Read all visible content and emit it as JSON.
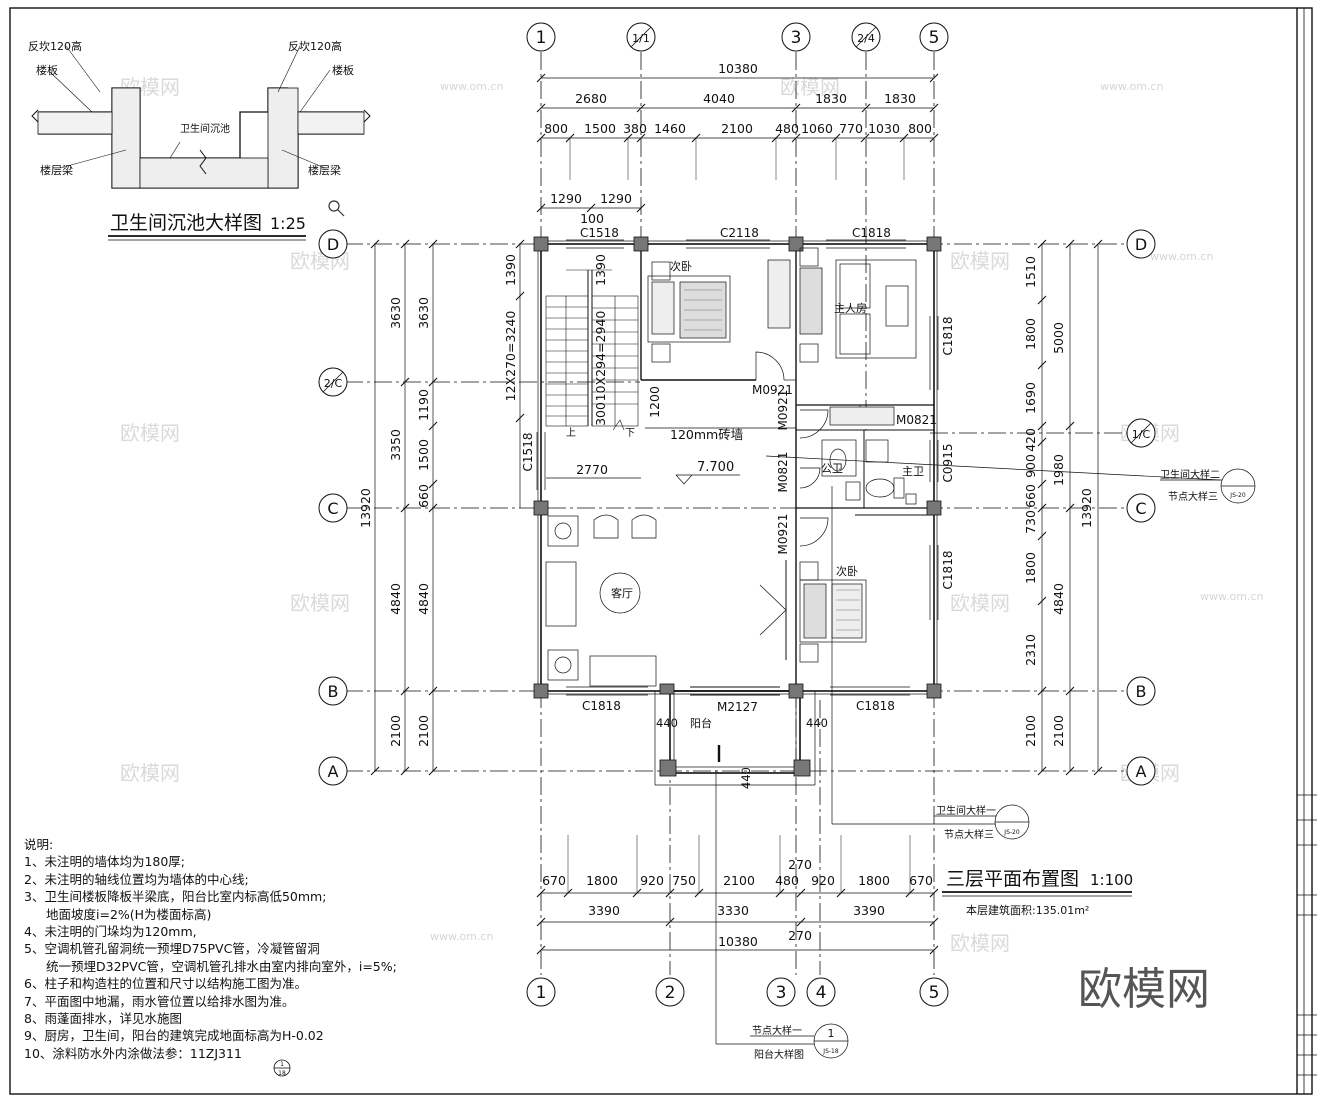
{
  "sinkdetail": {
    "title": "卫生间沉池大样图",
    "scale": "1:25",
    "label_left_curb": "反坎120高",
    "label_right_curb": "反坎120高",
    "label_left_slab": "楼板",
    "label_right_slab": "楼板",
    "label_pit": "卫生间沉池",
    "label_left_beam": "楼层梁",
    "label_right_beam": "楼层梁"
  },
  "plan": {
    "title": "三层平面布置图",
    "scale": "1:100",
    "area": "本层建筑面积:135.01m²"
  },
  "grid_top": [
    "1",
    "1/1",
    "3",
    "2/4",
    "5"
  ],
  "grid_bottom": [
    "1",
    "2",
    "3",
    "4",
    "5"
  ],
  "grid_left": [
    "D",
    "2/C",
    "C",
    "B",
    "A"
  ],
  "grid_right": [
    "D",
    "1/C",
    "C",
    "B",
    "A"
  ],
  "dims": {
    "top_total": "10380",
    "top_row2": [
      "2680",
      "4040",
      "1830",
      "1830"
    ],
    "top_row3": [
      "800",
      "1500",
      "380",
      "1460",
      "2100",
      "480",
      "1060",
      "770",
      "1030",
      "800"
    ],
    "top_stair": [
      "1290",
      "1290",
      "100"
    ],
    "bottom_row1": [
      "670",
      "1800",
      "920",
      "750",
      "2100",
      "480",
      "920",
      "1800",
      "670"
    ],
    "bottom_270a": "270",
    "bottom_row2": [
      "3390",
      "3330",
      "3390"
    ],
    "bottom_total": "10380",
    "bottom_270b": "270",
    "left_total": "13920",
    "left_outer": [
      "3630",
      "3350",
      "4840",
      "2100"
    ],
    "left_inner": [
      "3630",
      "1190",
      "1500",
      "660",
      "4840",
      "2100"
    ],
    "stair_dims": [
      "1390",
      "12X270=3240",
      "1390",
      "10X294=2940",
      "300",
      "1200"
    ],
    "right_total": "13920",
    "right_outer": [
      "5000",
      "1980",
      "4840",
      "2100"
    ],
    "right_inner": [
      "1510",
      "1800",
      "1690",
      "420",
      "900",
      "660",
      "730",
      "1800",
      "2310",
      "2100"
    ],
    "balcony": [
      "440",
      "440",
      "440"
    ],
    "inner_2770": "2770"
  },
  "rooms": {
    "bedroom_top": "次卧",
    "master": "主人房",
    "living": "客厅",
    "bedroom_bottom": "次卧",
    "public_wc": "公卫",
    "master_wc": "主卫",
    "balcony": "阳台"
  },
  "openings": {
    "c1518_top": "C1518",
    "c2118": "C2118",
    "c1818_top": "C1818",
    "c1818_right_top": "C1818",
    "c0915": "C0915",
    "c1818_right_bottom": "C1818",
    "c1818_bottom_left": "C1818",
    "c1818_bottom_right": "C1818",
    "c1518_left": "C1518",
    "m0921_a": "M0921",
    "m0921_b": "M0921",
    "m0821_a": "M0821",
    "m0821_b": "M0821",
    "m0921_c": "M0921",
    "m2127": "M2127"
  },
  "annotations": {
    "wall_120": "120mm砖墙",
    "elevation": "7.700",
    "stair_up": "上",
    "stair_down": "下"
  },
  "callouts": {
    "wc_detail_2_line1": "卫生间大样二",
    "wc_detail_2_line2": "节点大样三",
    "wc_detail_2_ref": "JS-20",
    "wc_detail_1_line1": "卫生间大样一",
    "wc_detail_1_line2": "节点大样三",
    "wc_detail_1_ref": "JS-20",
    "node_1_line1": "节点大样一",
    "node_1_line2": "阳台大样图",
    "node_1_num": "1",
    "node_1_ref": "JS-18"
  },
  "notes": {
    "heading": "说明:",
    "items": [
      "1、未注明的墙体均为180厚;",
      "2、未注明的轴线位置均为墙体的中心线;",
      "3、卫生间楼板降板半梁底，阳台比室内标高低50mm;",
      "地面坡度i=2%(H为楼面标高)",
      "4、未注明的门垛均为120mm,",
      "5、空调机管孔留洞统一预埋D75PVC管，冷凝管留洞",
      "统一预埋D32PVC管，空调机管孔排水由室内排向室外，i=5%;",
      "6、柱子和构造柱的位置和尺寸以结构施工图为准。",
      "7、平面图中地漏，雨水管位置以给排水图为准。",
      "8、雨蓬面排水，详见水施图",
      "9、厨房，卫生间，阳台的建筑完成地面标高为H-0.02",
      "10、涂料防水外内涂做法参：11ZJ311"
    ],
    "note10_sym_top": "1",
    "note10_sym_bottom": "18"
  },
  "watermark": {
    "brand": "欧模网",
    "site": "www.om.cn"
  }
}
